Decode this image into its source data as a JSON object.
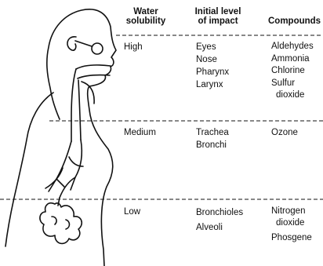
{
  "headers": {
    "solubility": [
      "Water",
      "solubility"
    ],
    "impact": [
      "Initial level",
      "of impact"
    ],
    "compounds": "Compounds"
  },
  "rows": [
    {
      "solubility": "High",
      "sites": [
        "Eyes",
        "Nose",
        "Pharynx",
        "Larynx"
      ],
      "compounds": [
        "Aldehydes",
        "Ammonia",
        "Chlorine",
        "Sulfur",
        "dioxide"
      ]
    },
    {
      "solubility": "Medium",
      "sites": [
        "Trachea",
        "Bronchi"
      ],
      "compounds": [
        "Ozone"
      ]
    },
    {
      "solubility": "Low",
      "sites": [
        "Bronchioles",
        "Alveoli"
      ],
      "compounds": [
        "Nitrogen",
        "dioxide",
        "Phosgene"
      ]
    }
  ]
}
